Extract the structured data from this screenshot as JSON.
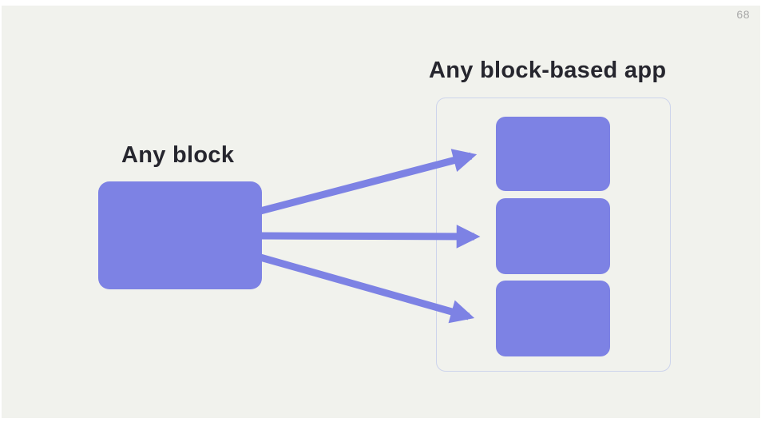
{
  "slide": {
    "page_number": "68",
    "background": "#f1f2ed",
    "canvas_background": "#ffffff"
  },
  "diagram": {
    "source": {
      "label": "Any block"
    },
    "target": {
      "label": "Any block-based app",
      "block_count": 3
    },
    "arrow_count": 3
  },
  "colors": {
    "accent_purple": "#7d82e4",
    "container_border": "#cdd4ec",
    "text": "#26262e",
    "page_number": "#a8a8a8",
    "slide_background": "#f1f2ed"
  }
}
